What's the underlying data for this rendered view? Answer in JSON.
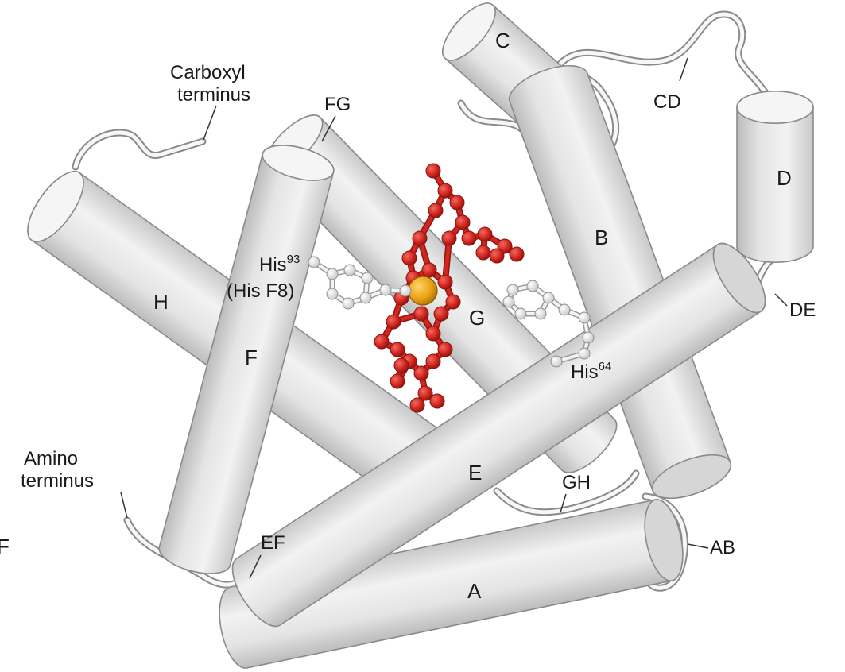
{
  "colors": {
    "helix_fill": "#e9e9e9",
    "helix_dark": "#bdbdbd",
    "helix_stroke": "#8a8a8a",
    "heme": "#d3261f",
    "heme_dark": "#8d1410",
    "iron": "#e9a012",
    "histidine": "#f4f4f4",
    "text": "#1a1a1a"
  },
  "helices": {
    "a": "A",
    "b": "B",
    "c": "C",
    "d": "D",
    "e": "E",
    "f": "F",
    "g": "G",
    "h": "H"
  },
  "loops": {
    "ab": "AB",
    "cd": "CD",
    "de": "DE",
    "ef": "EF",
    "fg": "FG",
    "gh": "GH"
  },
  "termini": {
    "carboxyl_line1": "Carboxyl",
    "carboxyl_line2": "terminus",
    "amino_line1": "Amino",
    "amino_line2": "terminus"
  },
  "residues": {
    "his93_base": "His",
    "his93_sup": "93",
    "his93_alias": "(His F8)",
    "his64_base": "His",
    "his64_sup": "64"
  },
  "edge_fragment": "F"
}
